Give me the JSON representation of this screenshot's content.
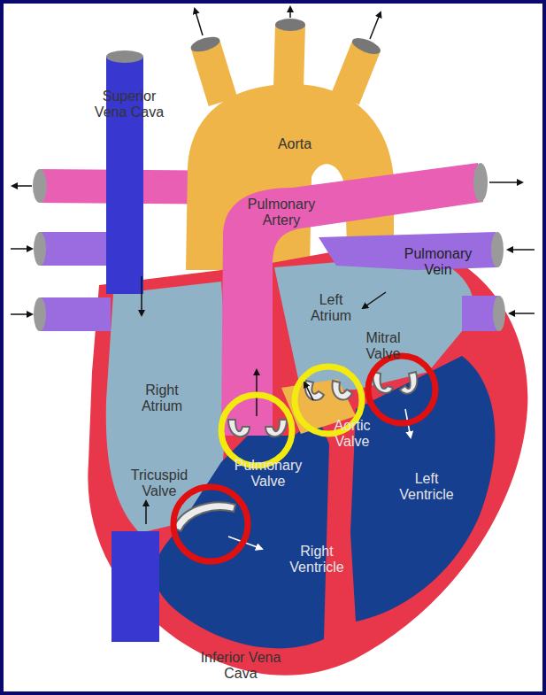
{
  "diagram": {
    "labels": [
      "Superior Vena Cava",
      "Aorta",
      "Pulmonary Artery",
      "Pulmonary Vein",
      "Left Atrium",
      "Mitral Valve",
      "Right Atrium",
      "Aortic Valve",
      "Pulmonary Valve",
      "Tricuspid Valve",
      "Left Ventricle",
      "Right Ventricle",
      "Inferior Vena Cava"
    ]
  }
}
